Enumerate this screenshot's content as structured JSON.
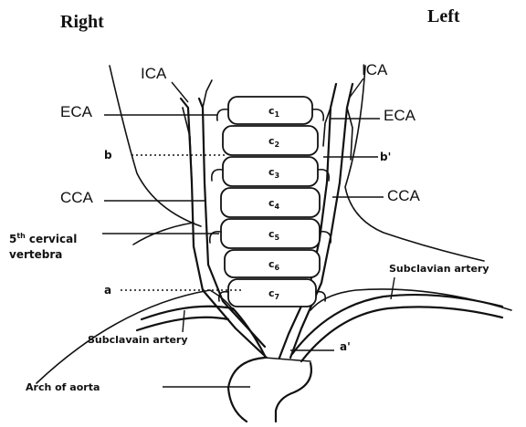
{
  "side_labels": {
    "right": "Right",
    "left": "Left"
  },
  "arteries": {
    "ica_right": "ICA",
    "ica_left": "ICA",
    "eca_right": "ECA",
    "eca_left": "ECA",
    "cca_right": "CCA",
    "cca_left": "CCA",
    "subclavian_left": "Subclavian artery",
    "subclavian_right": "Subclavain artery",
    "aortic_arch": "Arch of aorta"
  },
  "points": {
    "b": "b",
    "b_prime": "b'",
    "a": "a",
    "a_prime": "a'"
  },
  "vertebra_label": {
    "fifth": "5",
    "ordinal": "th",
    "cervical": "cervical",
    "vertebra": "vertebra"
  },
  "vertebrae": [
    {
      "letter": "c",
      "number": "1"
    },
    {
      "letter": "c",
      "number": "2"
    },
    {
      "letter": "c",
      "number": "3"
    },
    {
      "letter": "c",
      "number": "4"
    },
    {
      "letter": "c",
      "number": "5"
    },
    {
      "letter": "c",
      "number": "6"
    },
    {
      "letter": "c",
      "number": "7"
    }
  ],
  "colors": {
    "ink": "#111111",
    "background": "#ffffff"
  }
}
